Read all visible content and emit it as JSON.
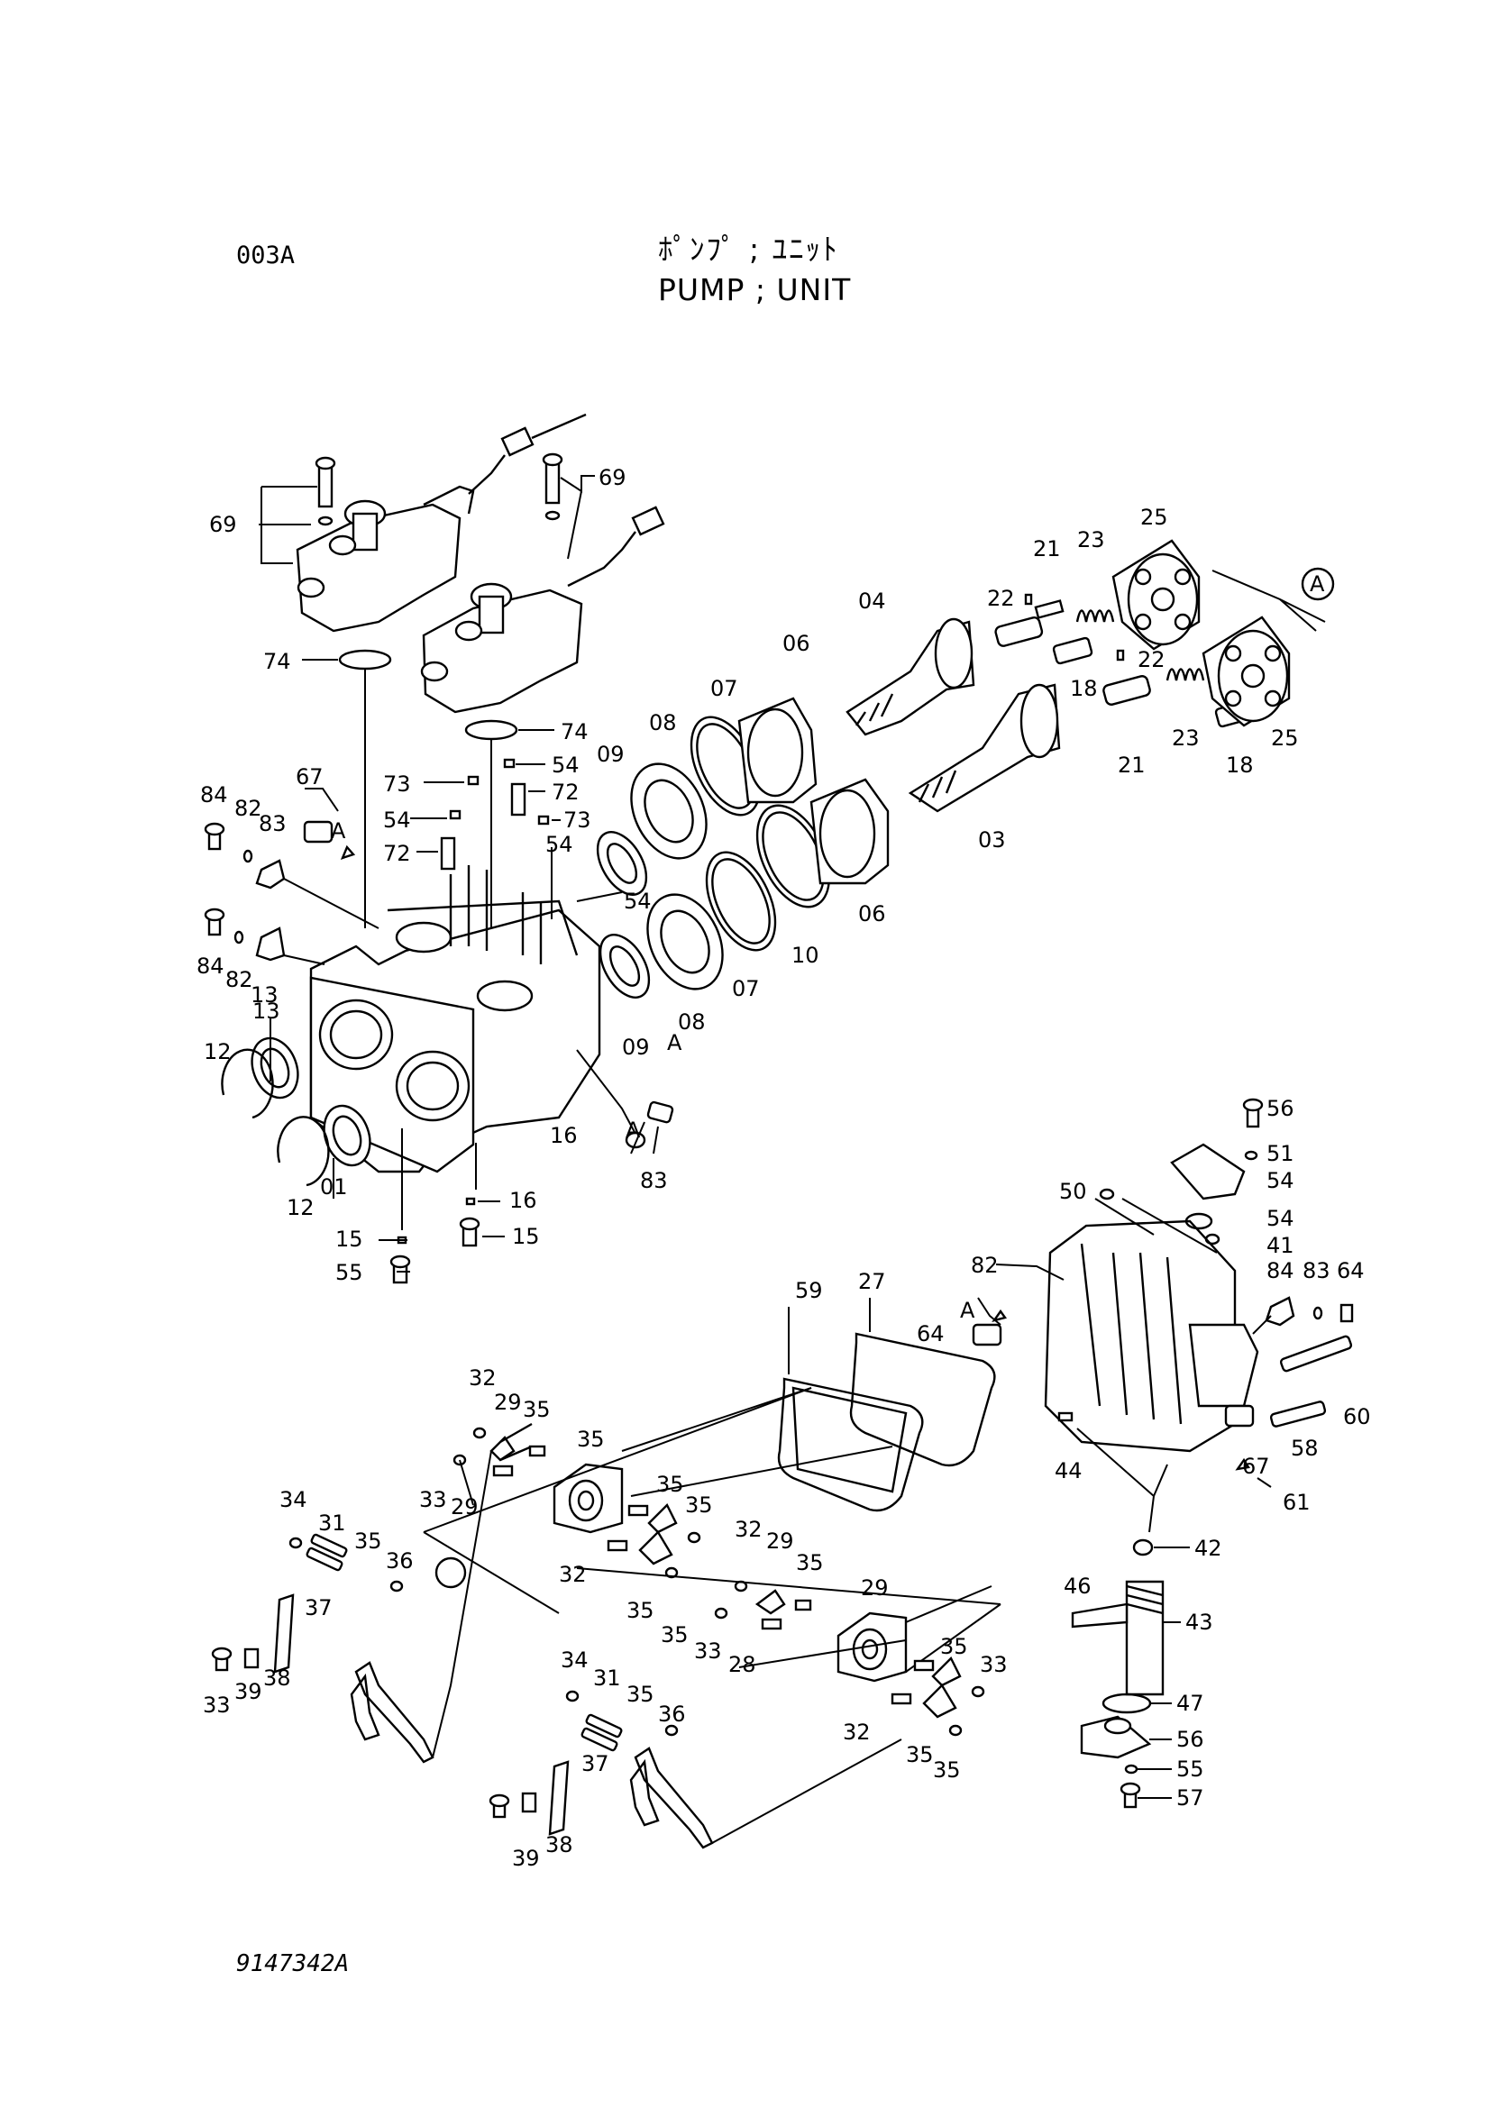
{
  "header": {
    "page_code": "003A",
    "title_jp": "ﾎﾟﾝﾌﾟ ; ﾕﾆｯﾄ",
    "title_en": "PUMP ; UNIT"
  },
  "footer": {
    "drawing_no": "9147342A"
  },
  "callouts": [
    "69",
    "69",
    "74",
    "74",
    "73",
    "54",
    "72",
    "54",
    "73",
    "72",
    "54",
    "54",
    "09",
    "09",
    "08",
    "08",
    "07",
    "07",
    "06",
    "06",
    "10",
    "04",
    "03",
    "21",
    "23",
    "25",
    "22",
    "22",
    "18",
    "21",
    "23",
    "25",
    "18",
    "A",
    "A",
    "A",
    "A",
    "A",
    "67",
    "67",
    "83",
    "84",
    "82",
    "83",
    "84",
    "82",
    "13",
    "12",
    "13",
    "12",
    "01",
    "16",
    "16",
    "15",
    "15",
    "55",
    "56",
    "51",
    "54",
    "50",
    "54",
    "41",
    "82",
    "84",
    "83",
    "64",
    "64",
    "61",
    "60",
    "58",
    "44",
    "42",
    "43",
    "46",
    "47",
    "56",
    "55",
    "57",
    "59",
    "27",
    "35",
    "32",
    "29",
    "35",
    "33",
    "29",
    "35",
    "35",
    "34",
    "31",
    "35",
    "36",
    "37",
    "38",
    "39",
    "33",
    "32",
    "35",
    "35",
    "32",
    "29",
    "35",
    "33",
    "28",
    "29",
    "35",
    "33",
    "32",
    "35",
    "35",
    "34",
    "31",
    "35",
    "36",
    "37",
    "38",
    "39"
  ]
}
